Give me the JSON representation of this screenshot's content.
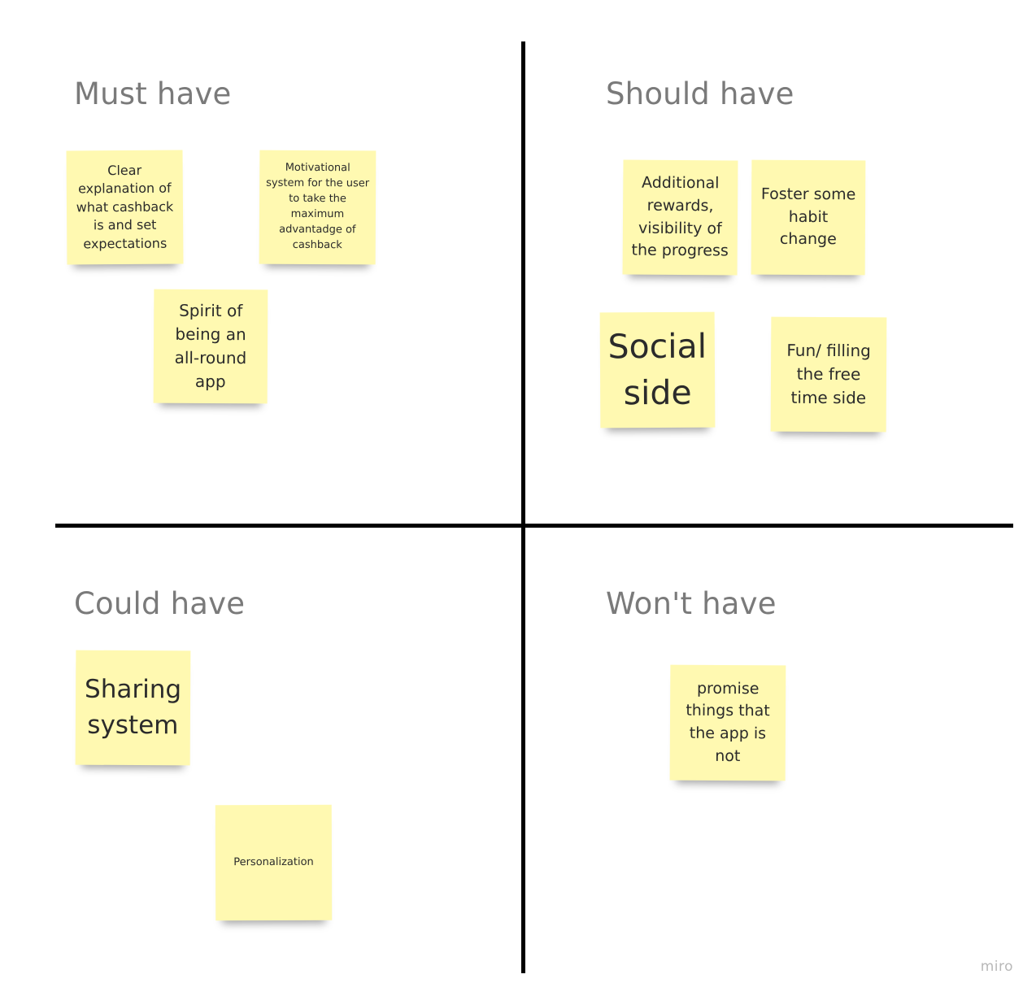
{
  "quadrants": {
    "must": {
      "title": "Must have",
      "notes": [
        "Clear explanation of what cashback is and set expectations",
        "Motivational system for the user to take the maximum advantadge of cashback",
        "Spirit of being an all-round app"
      ]
    },
    "should": {
      "title": "Should have",
      "notes": [
        "Additional rewards, visibility of the progress",
        "Foster some habit change",
        "Social side",
        "Fun/ filling the free time side"
      ]
    },
    "could": {
      "title": "Could have",
      "notes": [
        "Sharing system",
        "Personalization"
      ]
    },
    "wont": {
      "title": "Won't have",
      "notes": [
        "promise things that the app is not"
      ]
    }
  },
  "sticky_color": "#fff9b1",
  "watermark": "miro"
}
